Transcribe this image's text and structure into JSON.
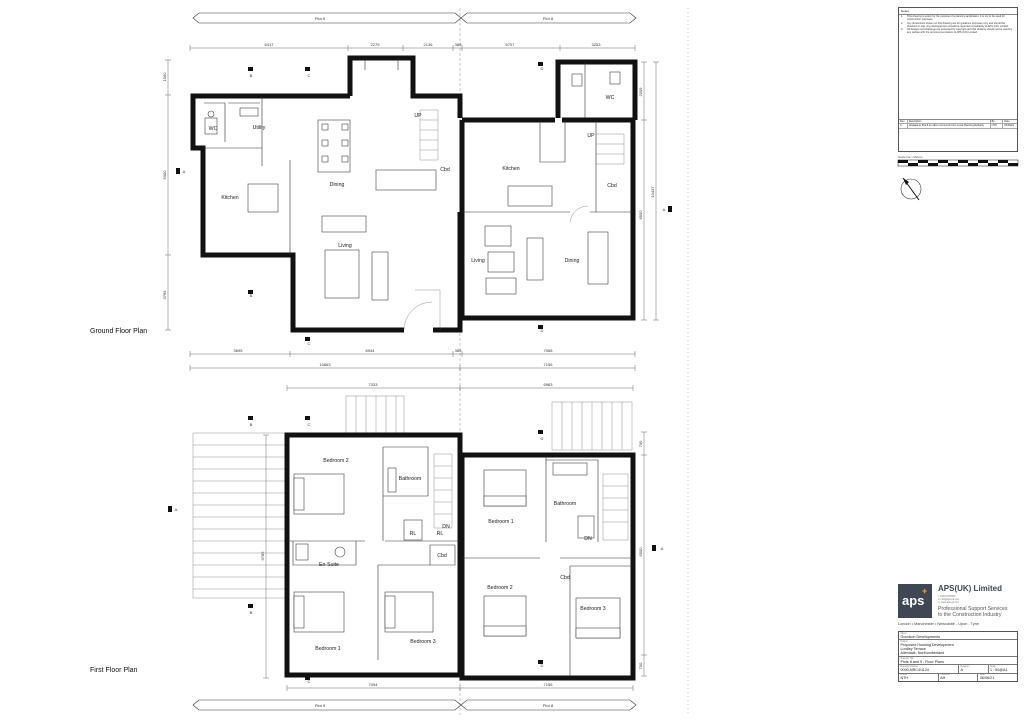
{
  "plans": {
    "ground_title": "Ground Floor Plan",
    "first_title": "First Floor Plan"
  },
  "plots": {
    "left": "Plot 9",
    "right": "Plot 8"
  },
  "section_marks": {
    "a": "A",
    "b": "B",
    "c": "C",
    "d": "D"
  },
  "ground_rooms": {
    "wc_left": "WC",
    "utility": "Utility",
    "kitchen_left": "Kitchen",
    "dining_left": "Dining",
    "living_left": "Living",
    "cbd_left": "Cbd",
    "up_left": "UP",
    "kitchen_right": "Kitchen",
    "cbd_right": "Cbd",
    "up_right": "UP",
    "living_right": "Living",
    "dining_right": "Dining",
    "wc_right": "WC"
  },
  "first_rooms": {
    "bedroom2_left": "Bedroom 2",
    "bathroom_left": "Bathroom",
    "ensuite": "En-Suite",
    "cbd_left": "Cbd",
    "bedroom1_left": "Bedroom 1",
    "bedroom3_left": "Bedroom 3",
    "rl1": "RL",
    "rl2": "RL",
    "dn_left": "DN",
    "bedroom1_right": "Bedroom 1",
    "bathroom_right": "Bathroom",
    "dn_right": "DN",
    "bedroom2_right": "Bedroom 2",
    "cbd_right": "Cbd",
    "bedroom3_right": "Bedroom 3"
  },
  "dims": {
    "g_top_1": "6417",
    "g_top_2": "2279",
    "g_top_3": "2136",
    "g_top_4": "389",
    "g_top_5": "5707",
    "g_top_6": "3253",
    "g_bot_1": "3695",
    "g_bot_2": "6944",
    "g_bot_3": "389",
    "g_bot_4": "7068",
    "g_bot_total_left": "10663",
    "g_bot_total_right": "7156",
    "g_left_1": "1560",
    "g_left_2": "5000",
    "g_left_3": "3765",
    "g_right_1": "2009",
    "g_right_2": "6500",
    "g_right_3": "10437",
    "f_top_1": "7333",
    "f_top_2": "6963",
    "f_bot_1": "7094",
    "f_bot_2": "7156",
    "f_left": "9786",
    "f_right_1": "700",
    "f_right_2": "6500",
    "f_right_3": "700"
  },
  "notes": {
    "header": "Notes",
    "items": [
      {
        "n": "1.",
        "t": "This drawing is solely for the purpose of a planning application. It is not to be used for construction purposes."
      },
      {
        "n": "2.",
        "t": "Any dimensions shown on this drawing are for guidance purposes only and should be checked on site. Any discrepancies should be reported immediately to APS (UK) Limited."
      },
      {
        "n": "3.",
        "t": "All designs and drawings are protected by copyright and this drawing should not be used by any parties with the previous permission of APS (UK) Limited."
      }
    ],
    "rev_head": {
      "rev": "Rev",
      "desc": "Description",
      "by": "By",
      "date": "Date"
    },
    "rev_row": {
      "rev": "A",
      "desc": "Updated to Plot 8 to reflect comments from Local Planning Authority",
      "by": "NTH",
      "date": "06/06/21"
    }
  },
  "scale_bar": {
    "label": "Scale bar • Metres"
  },
  "title_block": {
    "logo_text": "aps",
    "logo_plus": "+",
    "company": "APS(UK) Limited",
    "contact_1": "t: 01234 567890",
    "contact_2": "e: info@aps-uk.com",
    "contact_3": "w: www.aps-uk.com",
    "tagline_1": "Professional Support Services",
    "tagline_2": "to the Construction Industry",
    "offices": "London  •  Manchester  •  Newcastle - Upon - Tyne",
    "client_cap": "Client",
    "client": "Goodson Developments",
    "project_cap": "Project",
    "project_1": "Proposed Housing Development",
    "project_2": "Lordley Terrace",
    "project_3": "Allendale, Northumberland",
    "title_cap": "Drawing Title",
    "title": "Plots 8 and 9 - Floor Plans",
    "drawing_no_cap": "Drawing Number",
    "drawing_no": "0000-NRC4/1124",
    "revision_cap": "Revision",
    "revision": "A",
    "scale_cap": "Scale",
    "scale": "1 : 50@A1",
    "drawn_cap": "Drawn",
    "drawn": "NTH",
    "checked_cap": "Checked",
    "checked": "AH",
    "date_cap": "Date",
    "date": "06/06/21"
  }
}
